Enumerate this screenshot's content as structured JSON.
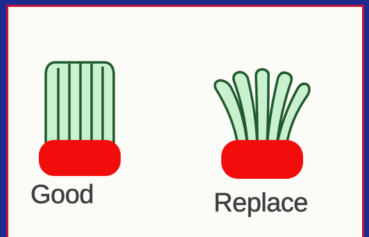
{
  "items": [
    {
      "label": "Good",
      "condition": "straight-bristles"
    },
    {
      "label": "Replace",
      "condition": "splayed-bristles"
    }
  ],
  "colors": {
    "frame_outer": "#1d2b8f",
    "frame_inner": "#c2143a",
    "bristle_fill": "#c9f0cf",
    "bristle_stroke": "#1f5a2c",
    "head_fill": "#f20d0d",
    "label_text": "#3e3e3e"
  }
}
